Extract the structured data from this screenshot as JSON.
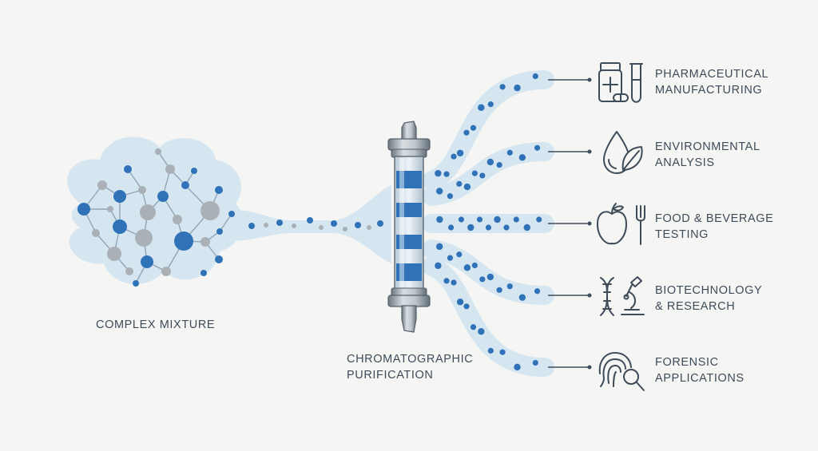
{
  "labels": {
    "mixture": "COMPLEX MIXTURE",
    "chromatography_line1": "CHROMATOGRAPHIC",
    "chromatography_line2": "PURIFICATION"
  },
  "applications": [
    {
      "line1": "PHARMACEUTICAL",
      "line2": "MANUFACTURING",
      "icon": "pharmaceutical-icon"
    },
    {
      "line1": "ENVIRONMENTAL",
      "line2": "ANALYSIS",
      "icon": "environmental-icon"
    },
    {
      "line1": "FOOD & BEVERAGE",
      "line2": "TESTING",
      "icon": "food-icon"
    },
    {
      "line1": "BIOTECHNOLOGY",
      "line2": "& RESEARCH",
      "icon": "biotech-icon"
    },
    {
      "line1": "FORENSIC",
      "line2": "APPLICATIONS",
      "icon": "forensic-icon"
    }
  ],
  "colors": {
    "background": "#f5f6f4",
    "stream": "#d6e6f1",
    "blue_dot": "#2f72b8",
    "grey_dot": "#a9b0b6",
    "text": "#3e4b59"
  }
}
